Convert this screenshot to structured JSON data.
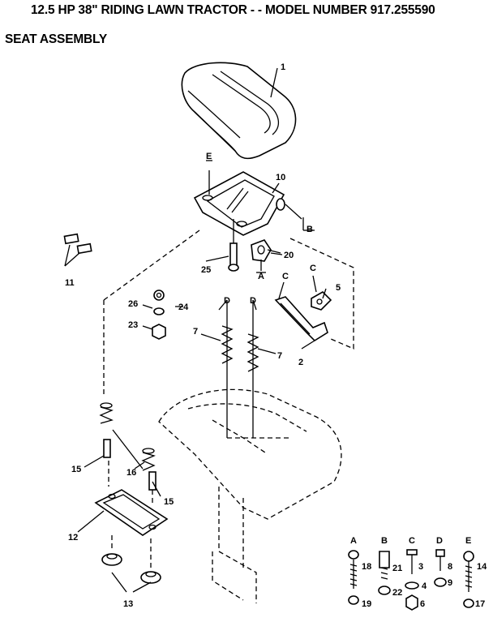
{
  "header": {
    "title": "12.5 HP 38\" RIDING LAWN TRACTOR - - MODEL NUMBER 917.255590",
    "subtitle": "SEAT ASSEMBLY"
  },
  "callouts": {
    "p1": "1",
    "p2": "2",
    "p5": "5",
    "p7a": "7",
    "p7b": "7",
    "p10": "10",
    "p11": "11",
    "p12": "12",
    "p13": "13",
    "p15a": "15",
    "p15b": "15",
    "p16": "16",
    "p20": "20",
    "p23": "23",
    "p24": "24",
    "p25": "25",
    "p26": "26"
  },
  "refs": {
    "E_top": "E",
    "B_seatpan": "B",
    "A_bracket": "A",
    "C_left": "C",
    "C_right": "C",
    "D_left": "D",
    "D_right": "D"
  },
  "hardware": {
    "columns": [
      {
        "letter": "A",
        "bolt": "18",
        "nut": "19"
      },
      {
        "letter": "B",
        "bolt": "21",
        "nut": "22"
      },
      {
        "letter": "C",
        "bolt": "3",
        "washer": "4",
        "nut": "6"
      },
      {
        "letter": "D",
        "bolt": "8",
        "washer": "9"
      },
      {
        "letter": "E",
        "bolt": "14",
        "nut": "17"
      }
    ]
  }
}
